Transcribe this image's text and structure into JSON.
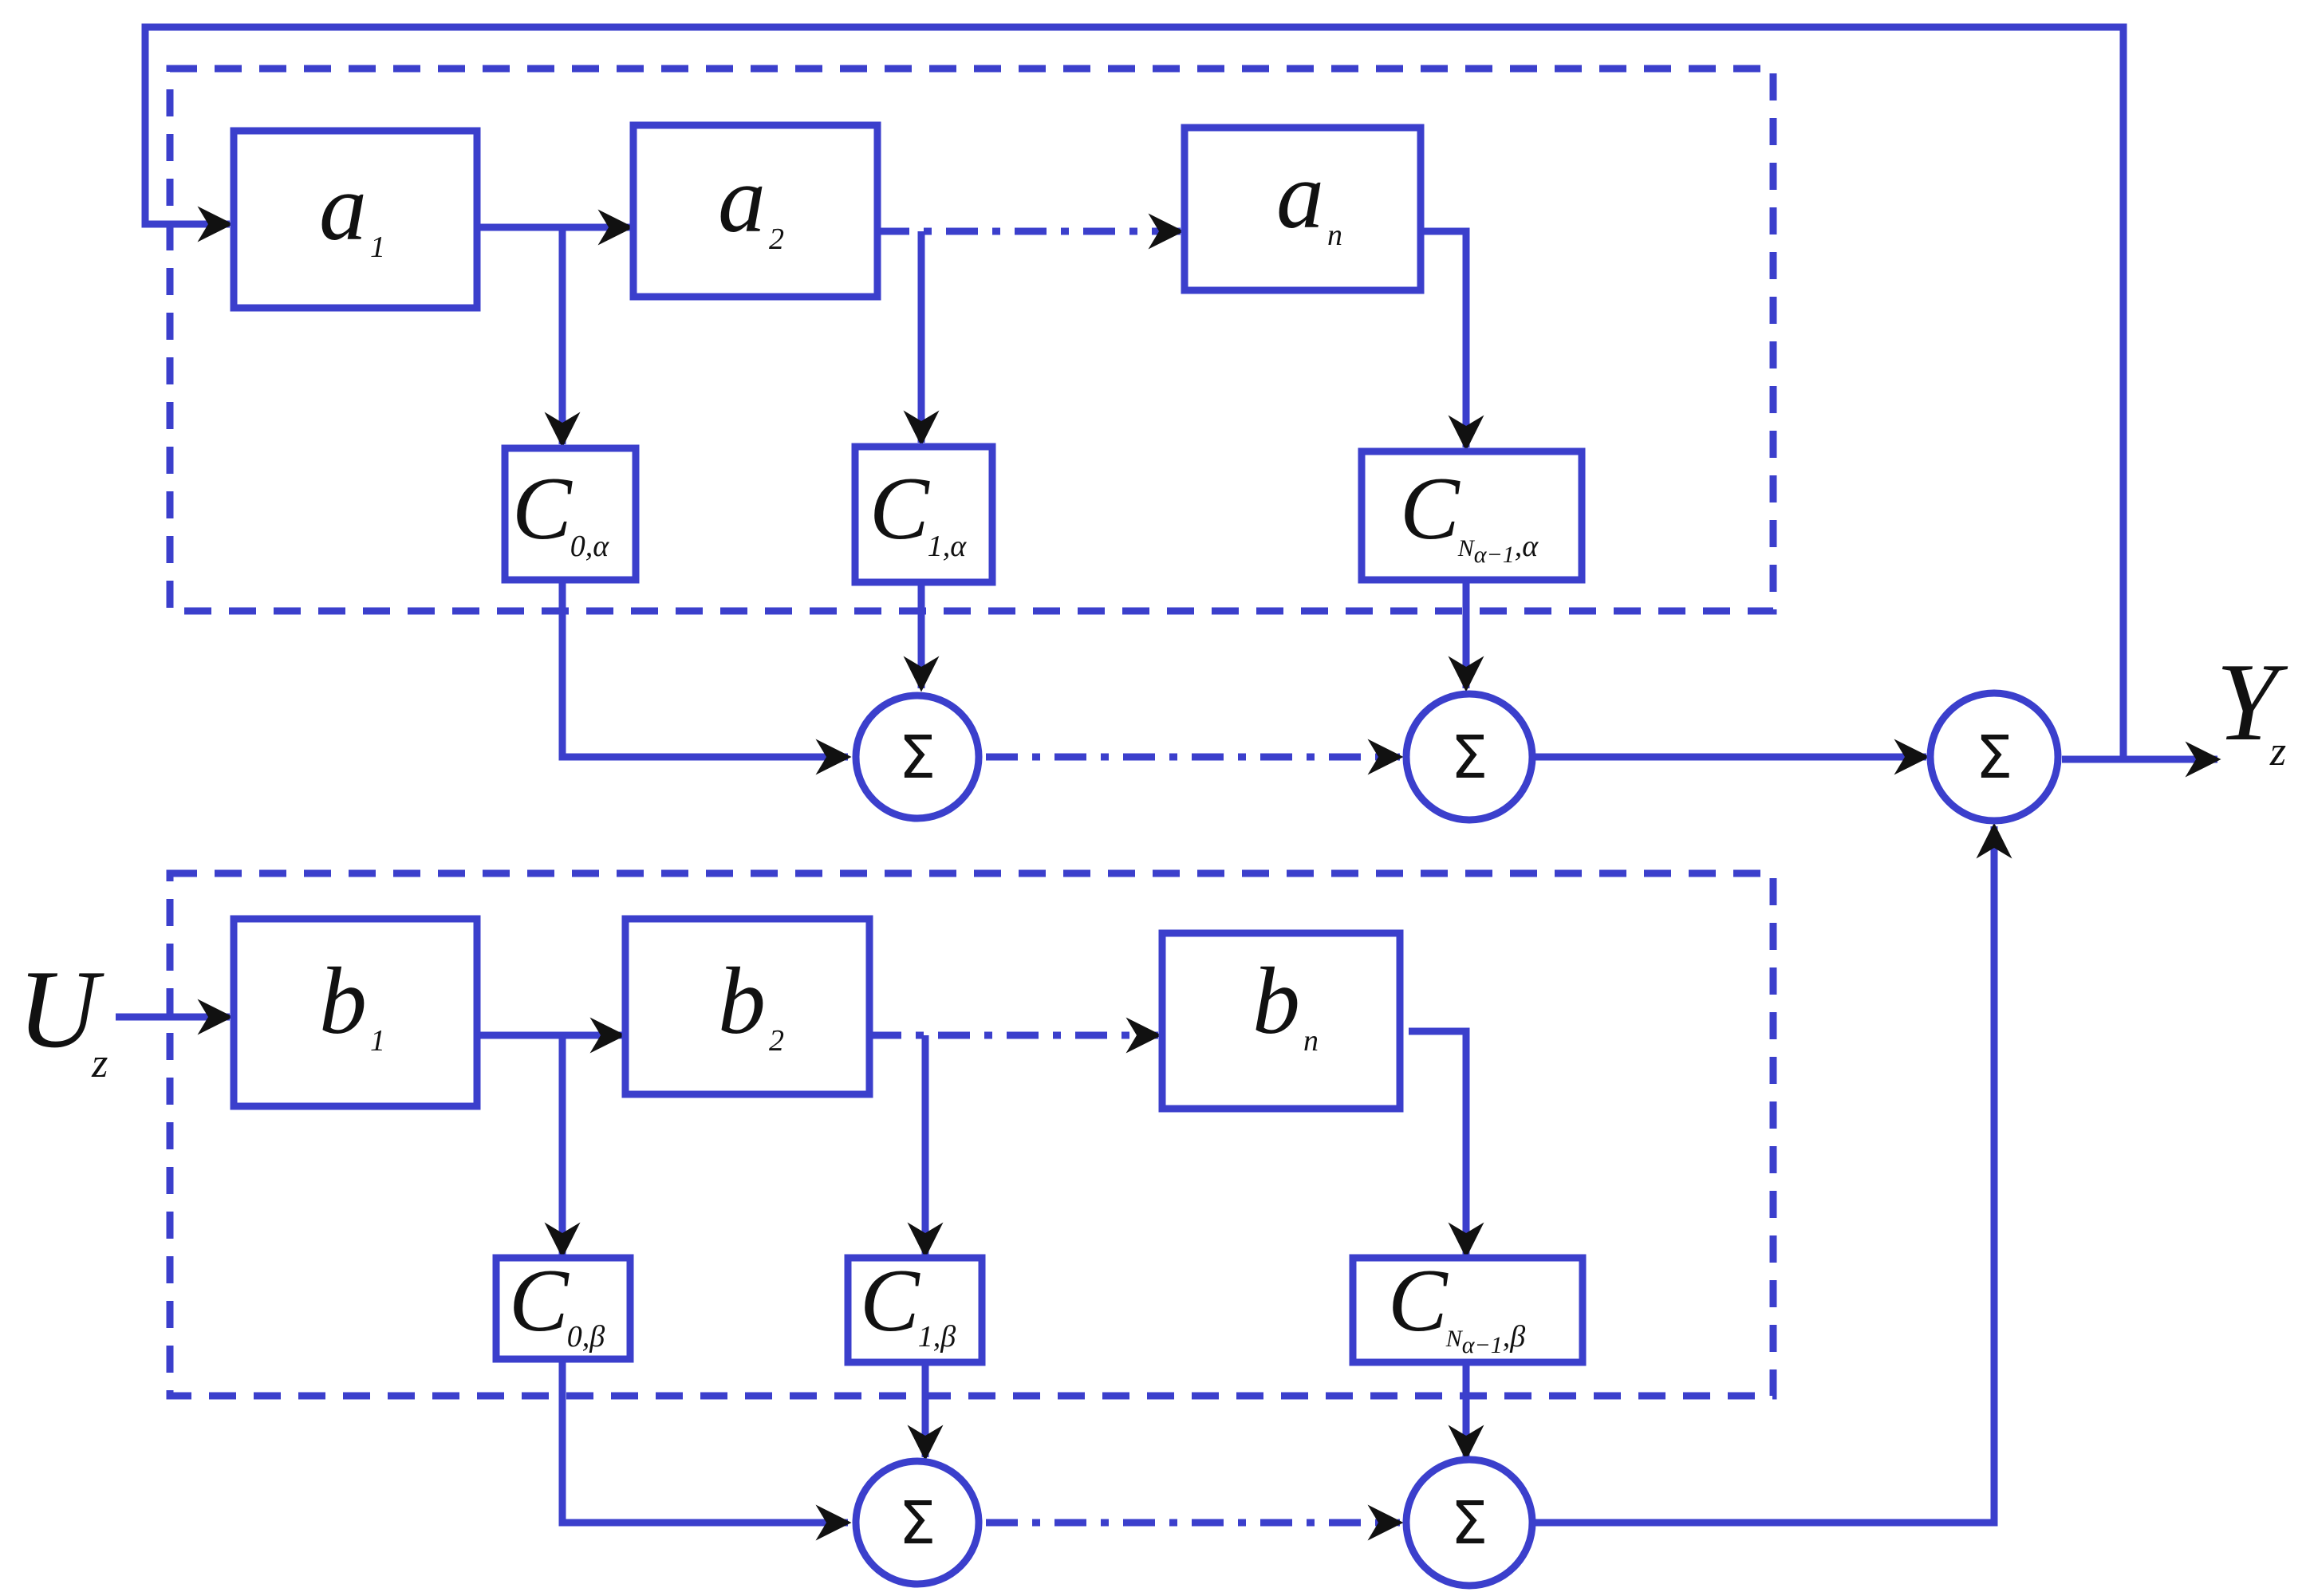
{
  "colors": {
    "line": "#3b3fcc",
    "text": "#111111",
    "background": "#ffffff"
  },
  "feedback_chain": {
    "blocks": [
      {
        "main": "a",
        "sub": "1"
      },
      {
        "main": "a",
        "sub": "2"
      },
      {
        "main": "a",
        "sub": "n"
      }
    ],
    "coeffs": [
      {
        "main": "C",
        "sub": "0,α"
      },
      {
        "main": "C",
        "sub": "1,α"
      },
      {
        "main": "C",
        "sub": "N",
        "sub2": "α−1",
        "sub3": ",α"
      }
    ]
  },
  "input_chain": {
    "blocks": [
      {
        "main": "b",
        "sub": "1"
      },
      {
        "main": "b",
        "sub": "2"
      },
      {
        "main": "b",
        "sub": "n"
      }
    ],
    "coeffs": [
      {
        "main": "C",
        "sub": "0,β"
      },
      {
        "main": "C",
        "sub": "1,β"
      },
      {
        "main": "C",
        "sub": "N",
        "sub2": "α−1",
        "sub3": ",β"
      }
    ]
  },
  "summers": {
    "symbol": "Σ"
  },
  "input": {
    "main": "U",
    "sub": "z"
  },
  "output": {
    "main": "Y",
    "sub": "z"
  }
}
